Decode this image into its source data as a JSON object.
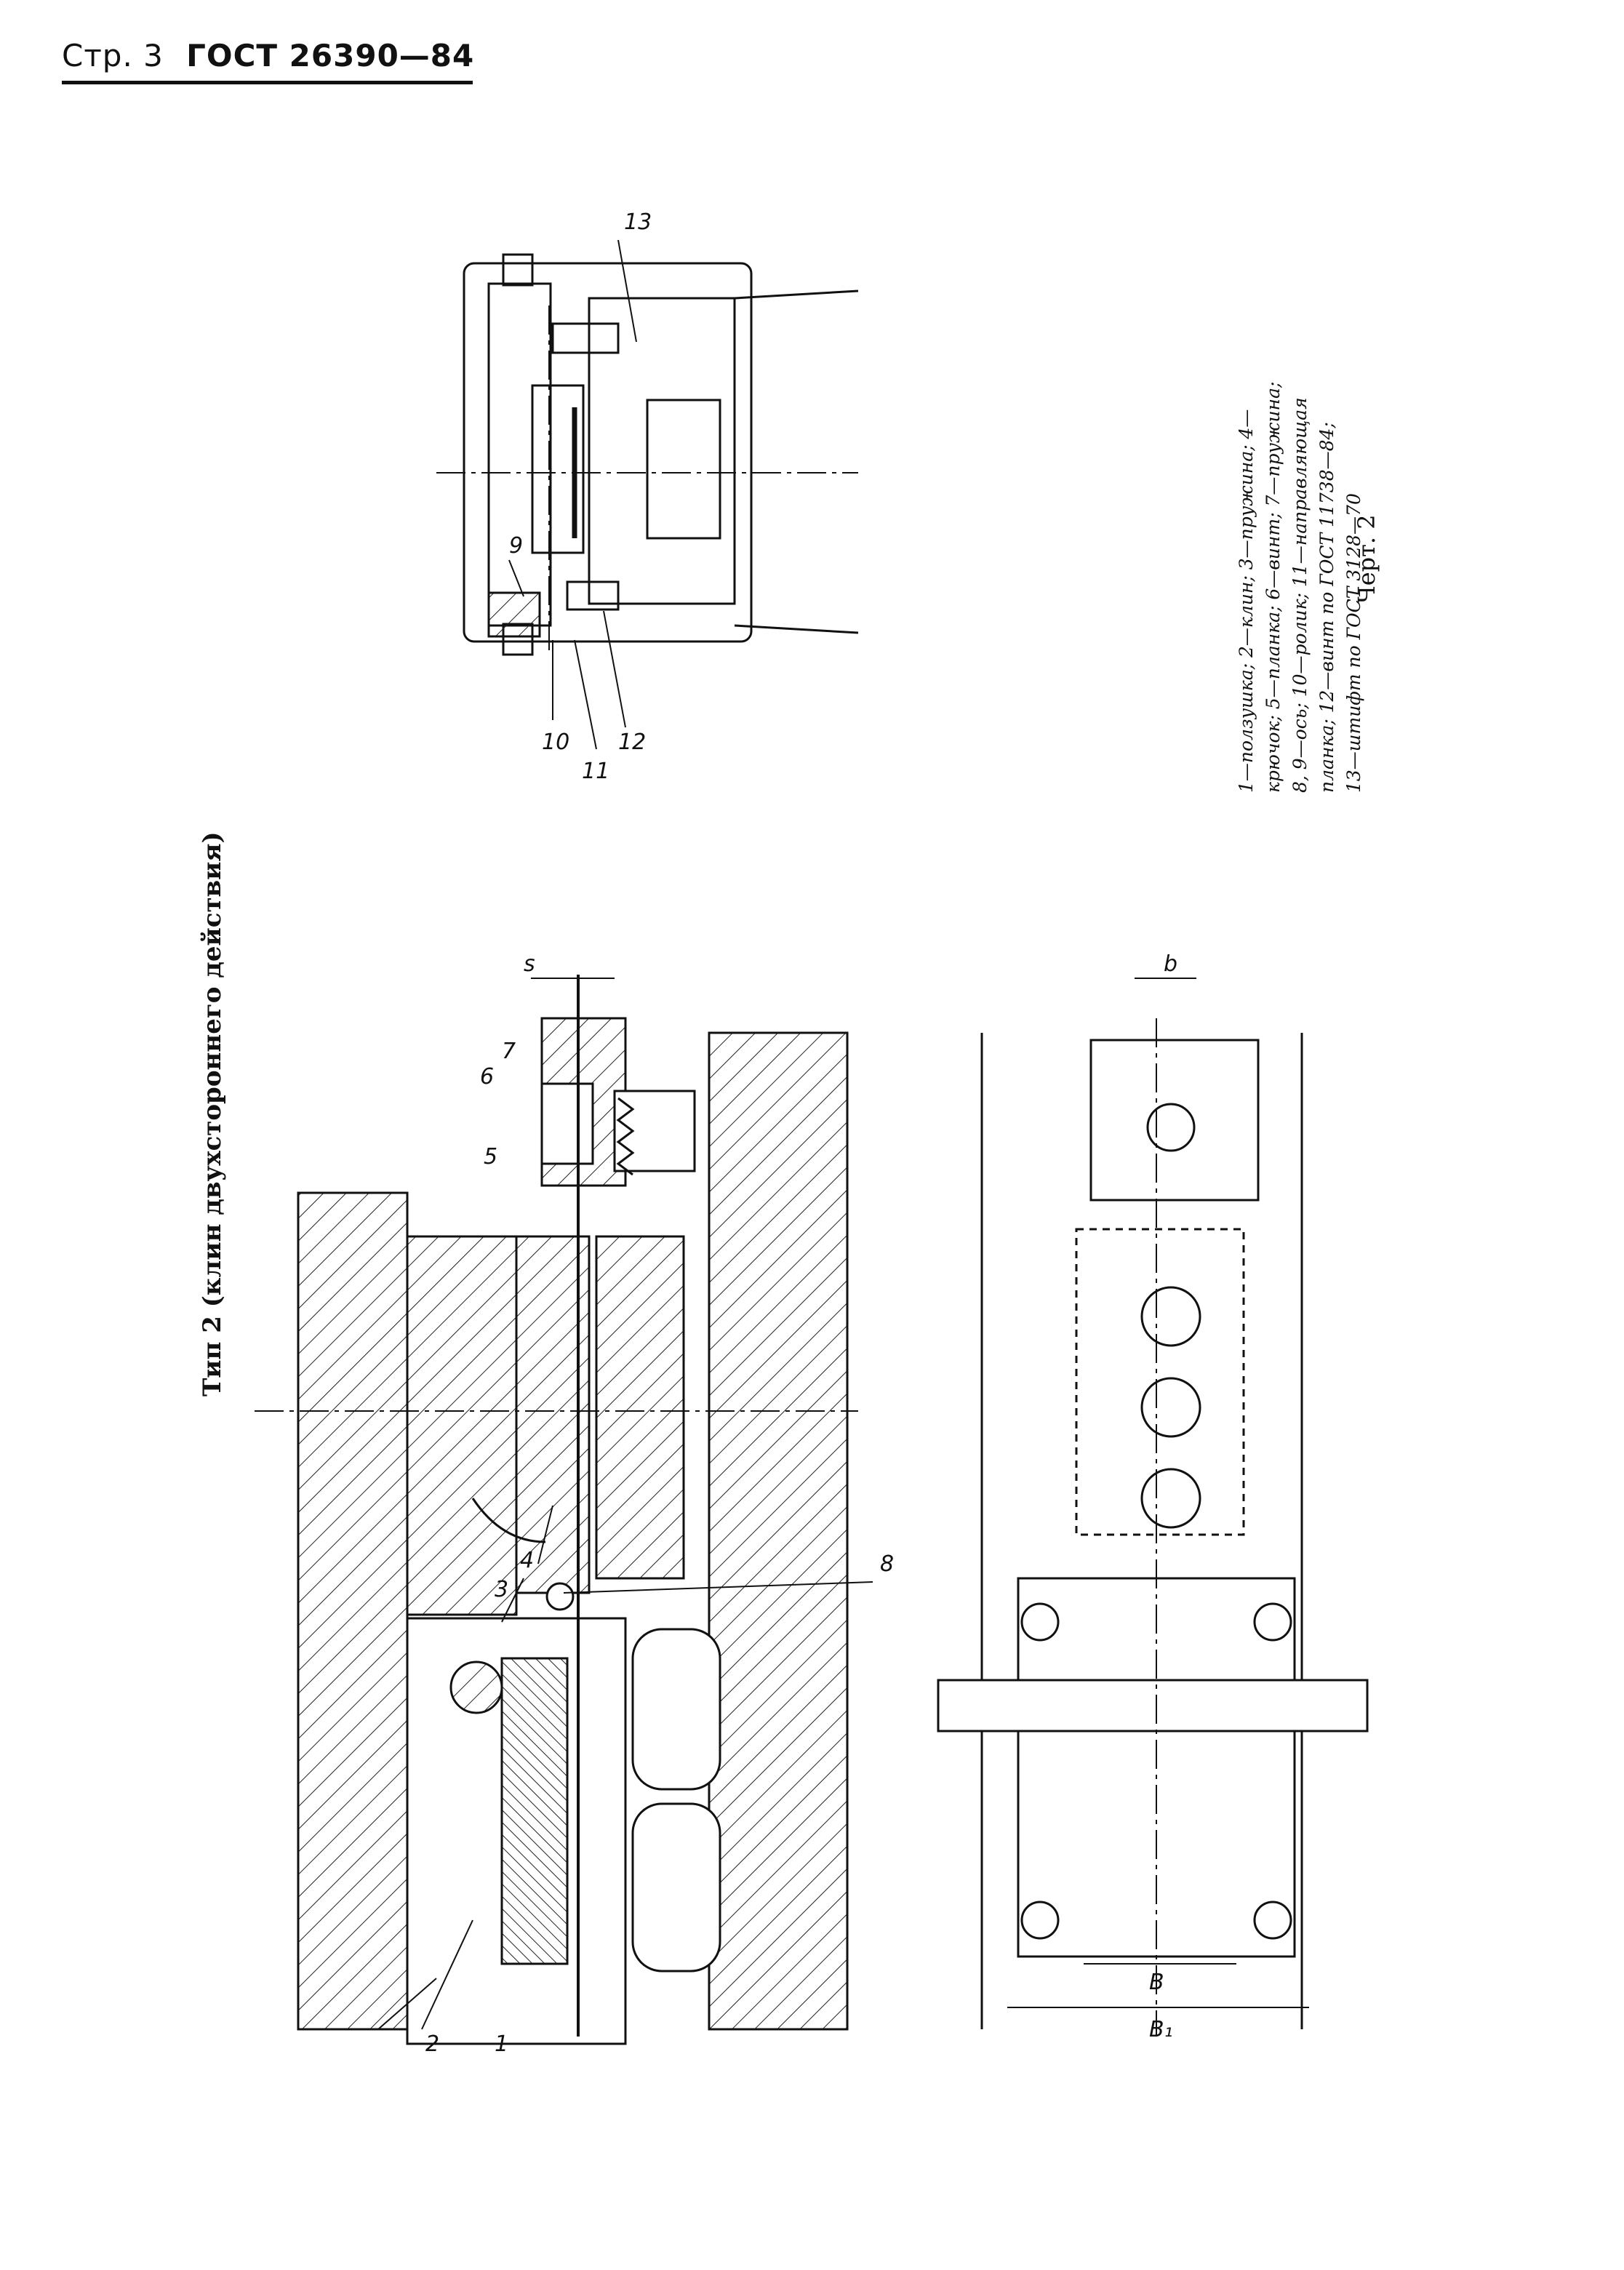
{
  "header": {
    "page_label": "Стр. 3",
    "standard": "ГОСТ 26390—84"
  },
  "figure_title": "Тип 2 (клин двухстороннего действия)",
  "legend": {
    "lines": [
      "1—ползушка; 2—клин; 3—пружина; 4—",
      "крючок; 5—планка; 6—винт; 7—пружина;",
      "8, 9—ось; 10—ролик; 11—направляющая",
      "планка; 12—винт по ГОСТ 11738—84;",
      "13—штифт по ГОСТ 3128—70"
    ]
  },
  "caption": "Черт. 2",
  "callouts": {
    "c1": "1",
    "c2": "2",
    "c3": "3",
    "c4": "4",
    "c5": "5",
    "c6": "6",
    "c7": "7",
    "c8": "8",
    "c9": "9",
    "c10": "10",
    "c11": "11",
    "c12": "12",
    "c13": "13"
  },
  "dimensions": {
    "s": "s",
    "b": "b",
    "B": "B",
    "B1": "B₁"
  }
}
